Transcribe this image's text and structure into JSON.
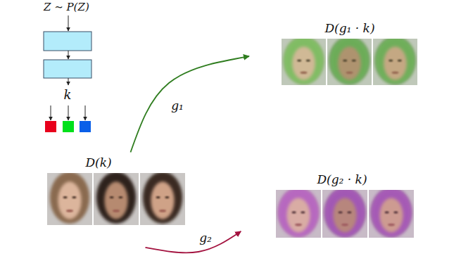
{
  "diagram": {
    "nodes": [
      {
        "text": [
          "k"
        ]
      },
      {
        "text": [
          "D(k)"
        ]
      },
      {
        "text": [
          "D(g₁ · k)"
        ]
      },
      {
        "text": [
          "D(g₂ · k)"
        ]
      }
    ],
    "edges": [
      {
        "from": 1,
        "to": 2,
        "label": "g₁",
        "arrow": "to"
      },
      {
        "from": 1,
        "to": 3,
        "label": "g₂",
        "arrow": "to"
      }
    ],
    "labels": [
      "Z ∼ P(Z)"
    ]
  }
}
